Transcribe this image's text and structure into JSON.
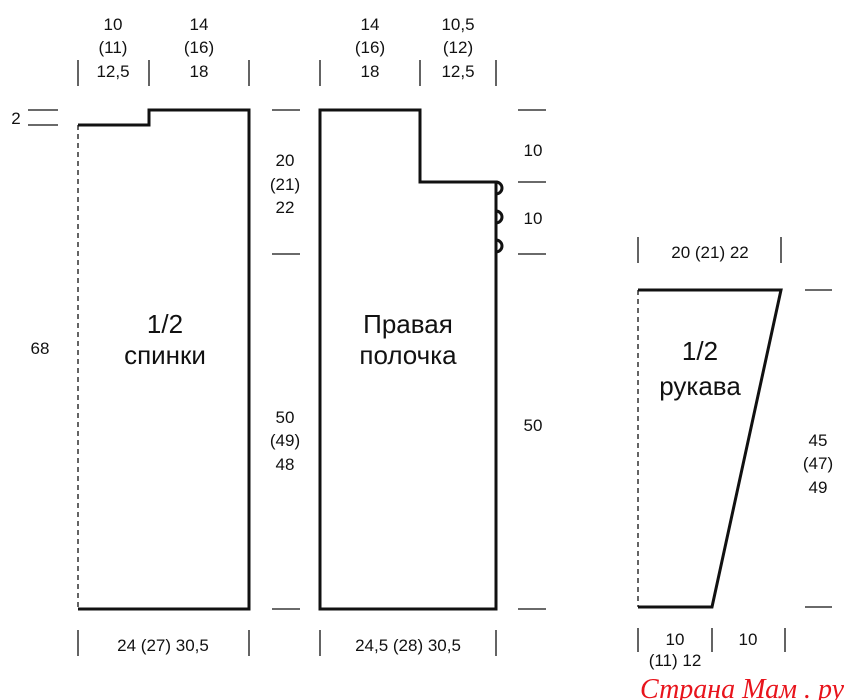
{
  "back": {
    "title": [
      "1/2",
      "спинки"
    ],
    "top_left": [
      "10",
      "(11)",
      "12,5"
    ],
    "top_right": [
      "14",
      "(16)",
      "18"
    ],
    "shoulder_drop": "2",
    "total_height": "68",
    "armhole_height": [
      "20",
      "(21)",
      "22"
    ],
    "body_height": [
      "50",
      "(49)",
      "48"
    ],
    "bottom_width": "24 (27) 30,5"
  },
  "front": {
    "title": [
      "Правая",
      "полочка"
    ],
    "top_left": [
      "14",
      "(16)",
      "18"
    ],
    "top_right": [
      "10,5",
      "(12)",
      "12,5"
    ],
    "neck_depth": "10",
    "buttonhole_section": "10",
    "body_height": "50",
    "bottom_width": "24,5 (28) 30,5"
  },
  "sleeve": {
    "title": [
      "1/2",
      "рукава"
    ],
    "top_width": "20 (21) 22",
    "height": [
      "45",
      "(47)",
      "49"
    ],
    "bottom_left": "10",
    "bottom_left_sizes": "(11) 12",
    "bottom_right": "10"
  },
  "watermark": "Страна Мам . ру"
}
